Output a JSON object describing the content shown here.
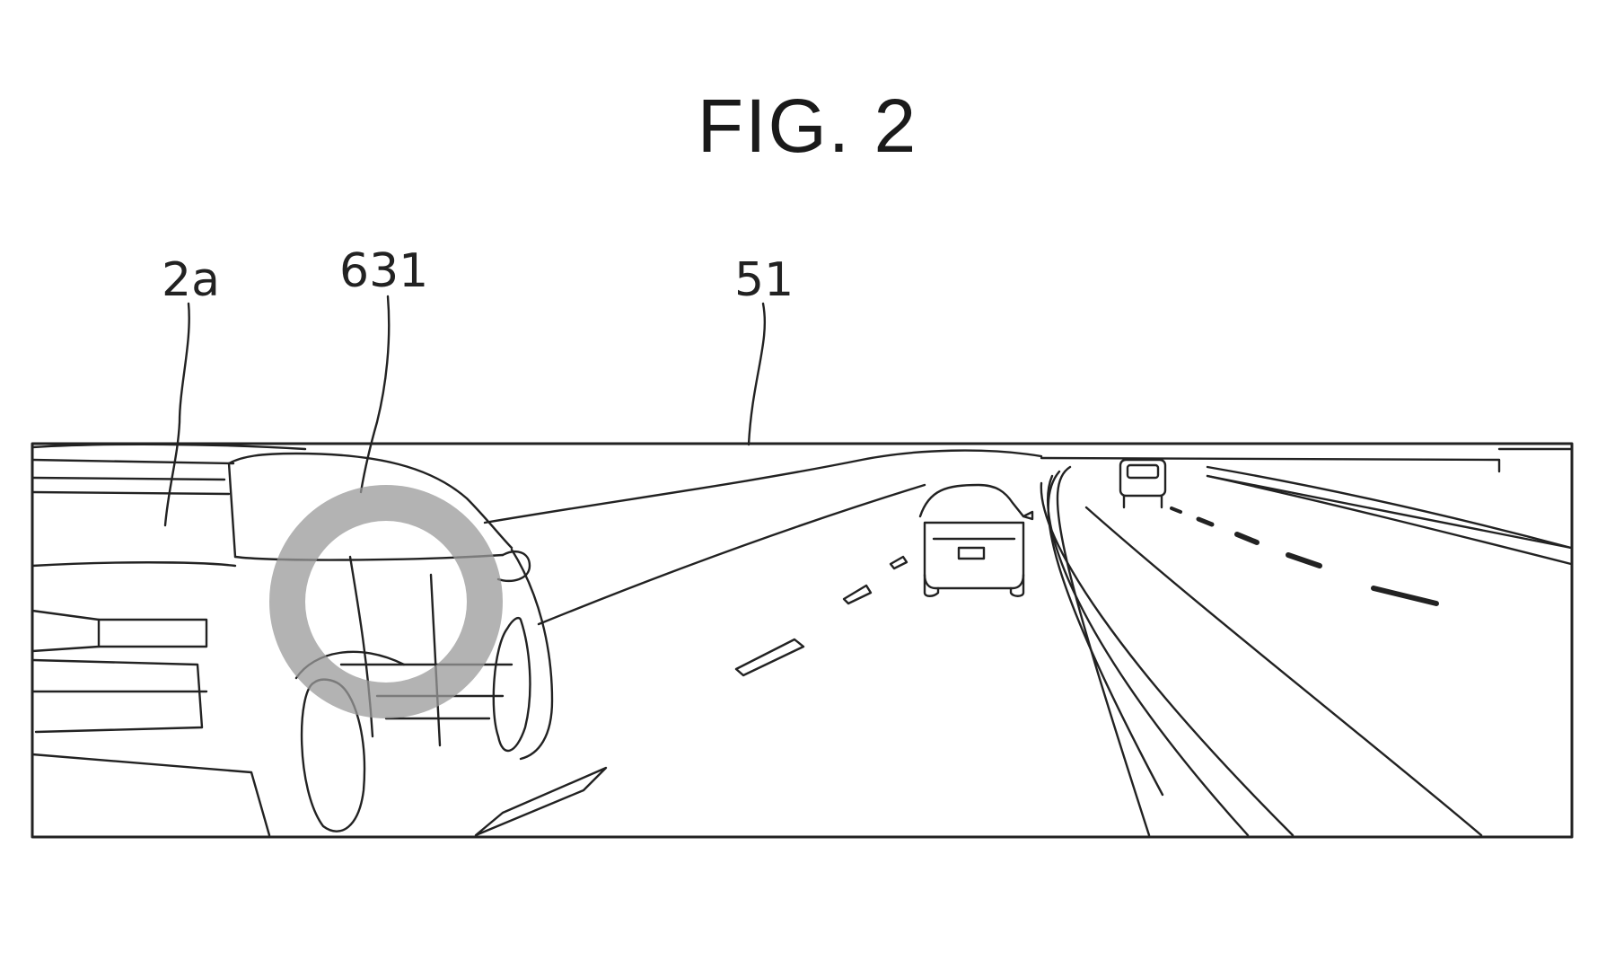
{
  "figure": {
    "title": "FIG. 2",
    "labels": {
      "mirror_image": "2a",
      "highlight_ring": "631",
      "display_frame": "51"
    }
  },
  "colors": {
    "line": "#222222",
    "ring": "#9a9a9a",
    "background": "#ffffff"
  }
}
